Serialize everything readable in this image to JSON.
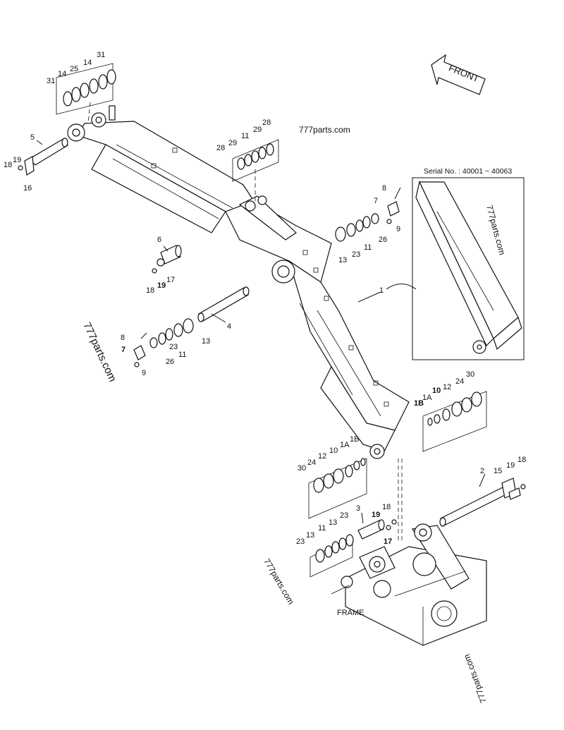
{
  "front_label": "FRONT",
  "serial_label": "Serial No. : 40001 ~ 40063",
  "frame_label": "FRAME",
  "watermarks": {
    "w1": "777parts.com",
    "w2": "777parts.com",
    "w3": "777parts.com",
    "w4": "777parts.com",
    "w5": "777parts.com"
  },
  "callouts": {
    "c1": "1",
    "c2": "2",
    "c3": "3",
    "c4": "4",
    "c5": "5",
    "c6": "6",
    "c7a": "7",
    "c7b": "7",
    "c8a": "8",
    "c8b": "8",
    "c9a": "9",
    "c9b": "9",
    "c10a": "10",
    "c10b": "10",
    "c11a": "11",
    "c11b": "11",
    "c11c": "11",
    "c11d": "11",
    "c12a": "12",
    "c12b": "12",
    "c13a": "13",
    "c13b": "13",
    "c13c": "13",
    "c13d": "13",
    "c14a": "14",
    "c14b": "14",
    "c15": "15",
    "c16": "16",
    "c17a": "17",
    "c17b": "17",
    "c18a": "18",
    "c18b": "18",
    "c18c": "18",
    "c18d": "18",
    "c19a": "19",
    "c19b": "19",
    "c19c": "19",
    "c19d": "19",
    "c1Aa": "1A",
    "c1Ab": "1A",
    "c1Ba": "1B",
    "c1Bb": "1B",
    "c23a": "23",
    "c23b": "23",
    "c23c": "23",
    "c23d": "23",
    "c24a": "24",
    "c24b": "24",
    "c25": "25",
    "c26a": "26",
    "c26b": "26",
    "c28a": "28",
    "c28b": "28",
    "c29a": "29",
    "c29b": "29",
    "c30a": "30",
    "c30b": "30",
    "c31a": "31",
    "c31b": "31"
  }
}
